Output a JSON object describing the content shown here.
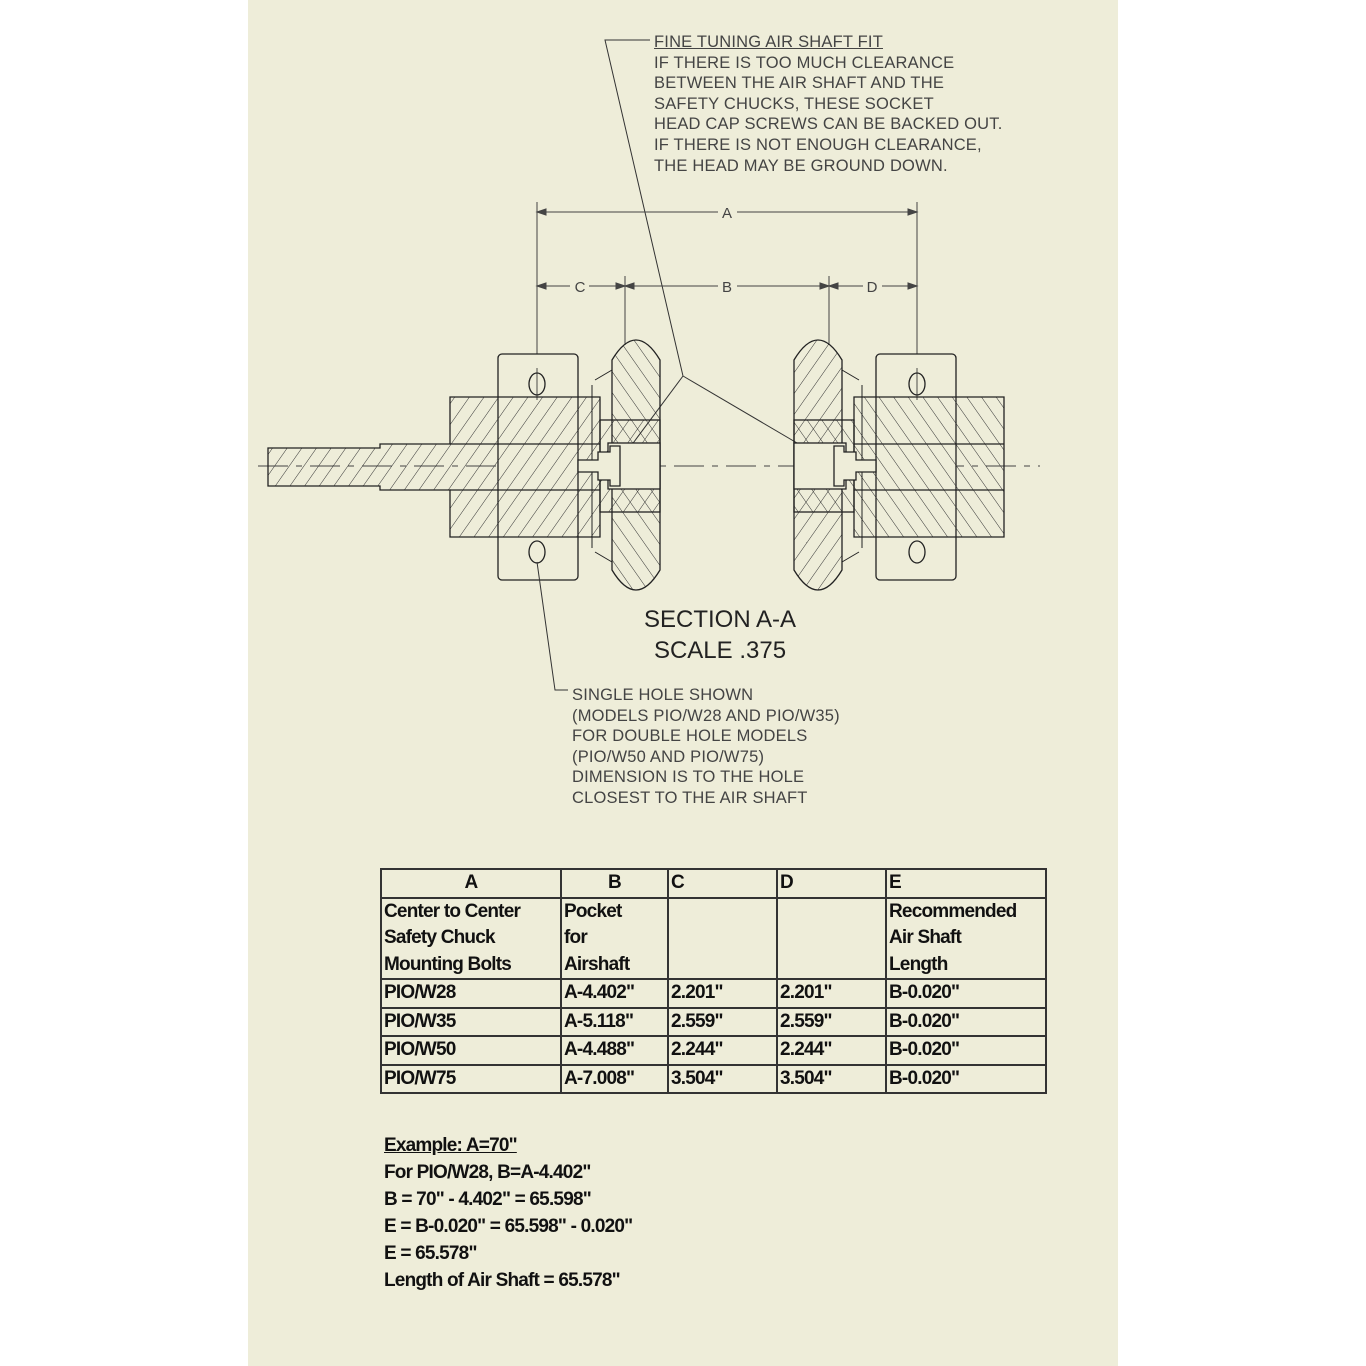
{
  "notes": {
    "fine_tuning": {
      "heading": "FINE TUNING AIR SHAFT FIT",
      "lines": [
        "IF THERE IS TOO MUCH CLEARANCE",
        "BETWEEN THE AIR SHAFT AND THE",
        "SAFETY CHUCKS, THESE SOCKET",
        "HEAD CAP SCREWS CAN BE BACKED OUT.",
        "IF THERE IS NOT ENOUGH CLEARANCE,",
        "THE HEAD MAY BE GROUND DOWN."
      ]
    },
    "single_hole": {
      "lines": [
        "SINGLE HOLE SHOWN",
        "(MODELS PIO/W28 AND PIO/W35)",
        "FOR DOUBLE HOLE MODELS",
        "(PIO/W50 AND PIO/W75)",
        "DIMENSION IS TO THE HOLE",
        "CLOSEST TO THE AIR SHAFT"
      ]
    }
  },
  "dimensions": {
    "a": "A",
    "b": "B",
    "c": "C",
    "d": "D"
  },
  "section": {
    "title": "SECTION A-A",
    "scale": "SCALE .375"
  },
  "table": {
    "headers": [
      "A",
      "B",
      "C",
      "D",
      "E"
    ],
    "descriptions": [
      "Center to Center\nSafety Chuck\nMounting Bolts",
      "Pocket\nfor\nAirshaft",
      "",
      "",
      "Recommended\nAir Shaft\nLength"
    ],
    "rows": [
      [
        "PIO/W28",
        "A-4.402\"",
        "2.201\"",
        "2.201\"",
        "B-0.020\""
      ],
      [
        "PIO/W35",
        "A-5.118\"",
        "2.559\"",
        "2.559\"",
        "B-0.020\""
      ],
      [
        "PIO/W50",
        "A-4.488\"",
        "2.244\"",
        "2.244\"",
        "B-0.020\""
      ],
      [
        "PIO/W75",
        "A-7.008\"",
        "3.504\"",
        "3.504\"",
        "B-0.020\""
      ]
    ]
  },
  "example": {
    "heading": "Example: A=70\"",
    "lines": [
      "For PIO/W28, B=A-4.402\"",
      "B = 70\" - 4.402\" = 65.598\"",
      "E = B-0.020\" = 65.598\" - 0.020\"",
      "E = 65.578\"",
      "Length of Air Shaft = 65.578\""
    ]
  }
}
